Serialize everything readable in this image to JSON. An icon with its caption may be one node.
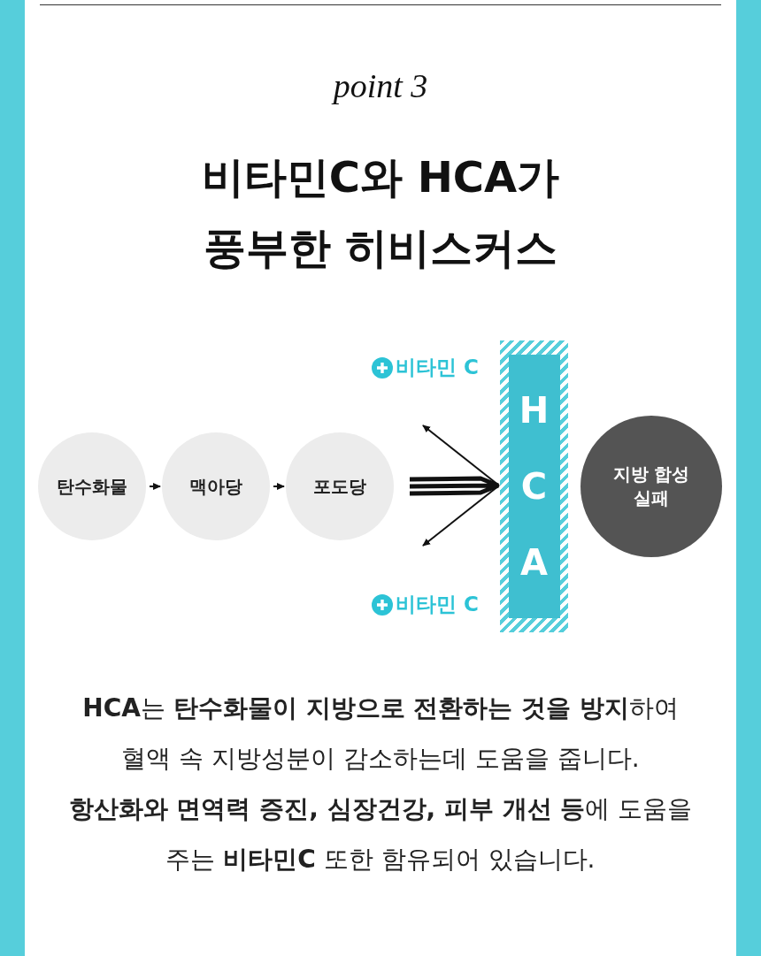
{
  "diagram": {
    "title": "비타민C와 HCA가 풍부한 히비스커스",
    "nodes": [
      {
        "text": [
          "탄수화물"
        ]
      },
      {
        "text": [
          "맥아당"
        ]
      },
      {
        "text": [
          "포도당"
        ]
      },
      {
        "text": [
          "HCA"
        ]
      },
      {
        "text": [
          "지방 합성 실패"
        ]
      }
    ],
    "edges": [
      {
        "from": 0,
        "to": 1,
        "arrow": "to"
      },
      {
        "from": 1,
        "to": 2,
        "arrow": "to"
      },
      {
        "from": 2,
        "to": 3,
        "arrow": "none",
        "style": "thick"
      },
      {
        "from": 3,
        "to": null,
        "arrow": "to"
      },
      {
        "from": 3,
        "to": null,
        "arrow": "to"
      }
    ],
    "labels": [
      "point 3",
      "비타민 C",
      "비타민 C",
      "**HCA**는 **탄수화물이 지방으로 전환하는 것을 방지**하여 혈액 속 지방성분이 감소하는데 도움을 줍니다.",
      "**항산화와 면역력 증진, 심장건강, 피부 개선 등**에 도움을 주는 **비타민C** 또한 함유되어 있습니다."
    ]
  }
}
